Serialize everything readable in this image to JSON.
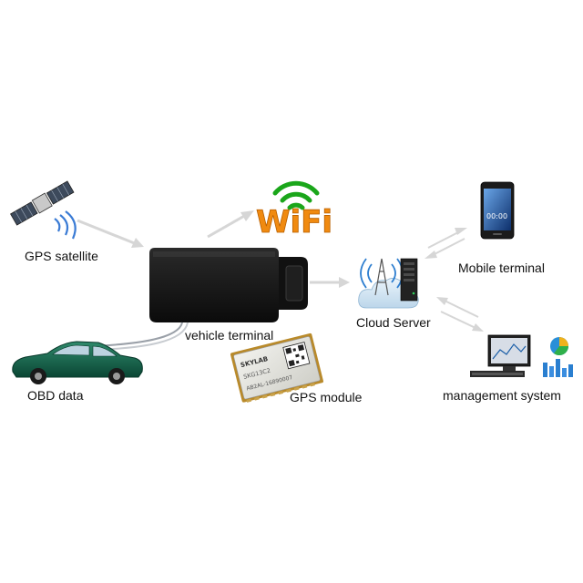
{
  "labels": {
    "gps_satellite": "GPS satellite",
    "vehicle_terminal": "vehicle terminal",
    "obd_data": "OBD data",
    "gps_module": "GPS module",
    "cloud_server": "Cloud Server",
    "mobile_terminal": "Mobile terminal",
    "management_system": "management system"
  },
  "wifi_logo": {
    "text": "WiFi"
  },
  "gps_module_chip": {
    "brand": "SKYLAB",
    "model": "SKG13C2",
    "serial": "AB2AL-16890007"
  },
  "phone_screen": {
    "time": "00:00"
  },
  "icons": {
    "satellite": "satellite-icon",
    "wifi": "wifi-logo-icon",
    "car": "car-icon",
    "cloud_server": "cloud-server-icon",
    "phone": "mobile-phone-icon",
    "computer": "computer-icon"
  },
  "colors": {
    "car": "#0f5e45",
    "terminal": "#1a1a1a",
    "wifi_green": "#1aa61a",
    "wifi_orange": "#f08a10",
    "arrow": "#d6d6d6"
  }
}
